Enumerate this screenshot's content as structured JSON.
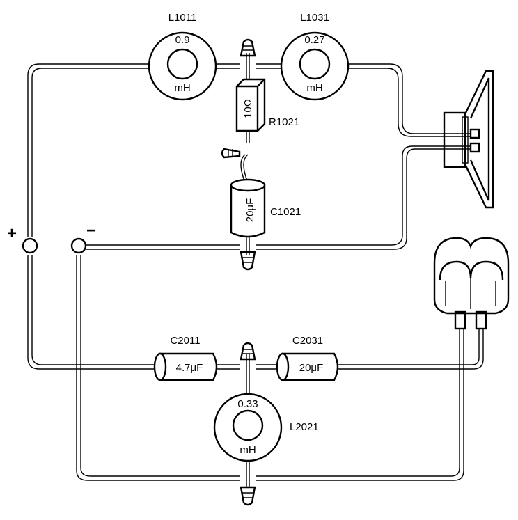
{
  "terminals": {
    "plus": "+",
    "minus": "−"
  },
  "inductors": {
    "L1011": {
      "name": "L1011",
      "value": "0.9",
      "unit": "mH"
    },
    "L1031": {
      "name": "L1031",
      "value": "0.27",
      "unit": "mH"
    },
    "L2021": {
      "name": "L2021",
      "value": "0.33",
      "unit": "mH"
    }
  },
  "resistors": {
    "R1021": {
      "name": "R1021",
      "value": "10Ω"
    }
  },
  "capacitors": {
    "C1021": {
      "name": "C1021",
      "value": "20μF"
    },
    "C2011": {
      "name": "C2011",
      "value": "4.7μF"
    },
    "C2031": {
      "name": "C2031",
      "value": "20μF"
    }
  },
  "speakers": [
    "woofer-driver",
    "tweeter-driver"
  ]
}
